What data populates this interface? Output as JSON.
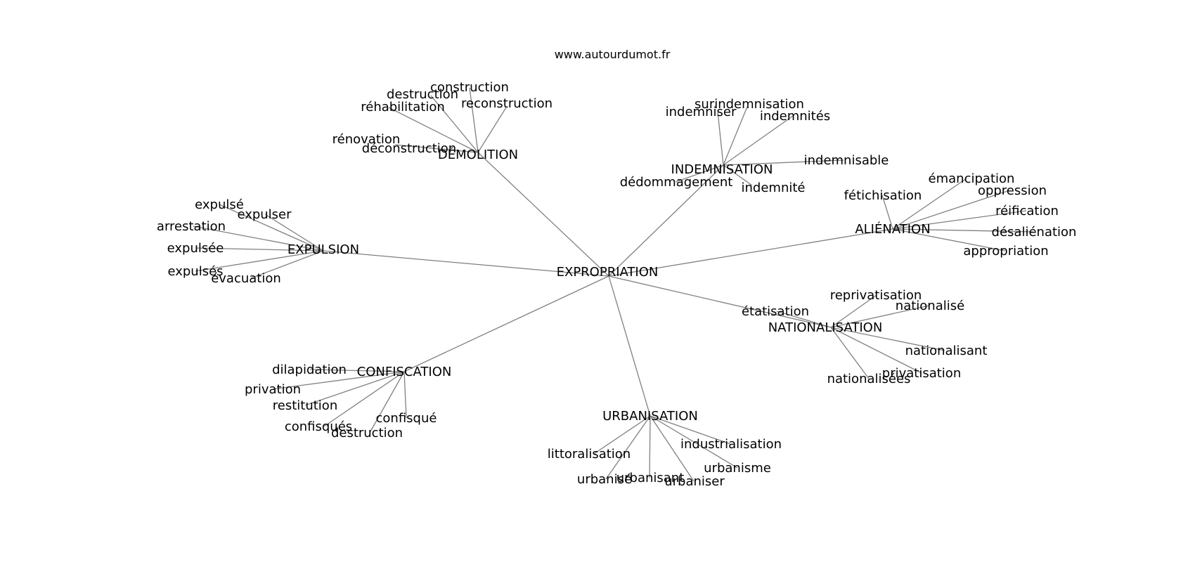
{
  "site_label": "www.autourdumot.fr",
  "edge_color": "#808080",
  "graph": {
    "root": "EXPROPRIATION",
    "clusters": [
      {
        "hub": "DÉMOLITION",
        "leaves": [
          "construction",
          "destruction",
          "reconstruction",
          "réhabilitation",
          "rénovation",
          "déconstruction"
        ]
      },
      {
        "hub": "INDEMNISATION",
        "leaves": [
          "surindemnisation",
          "indemniser",
          "indemnités",
          "indemnisable",
          "dédommagement",
          "indemnité"
        ]
      },
      {
        "hub": "ALIÉNATION",
        "leaves": [
          "émancipation",
          "oppression",
          "fétichisation",
          "réification",
          "désaliénation",
          "appropriation"
        ]
      },
      {
        "hub": "EXPULSION",
        "leaves": [
          "expulsé",
          "expulser",
          "arrestation",
          "expulsée",
          "expulsés",
          "évacuation"
        ]
      },
      {
        "hub": "NATIONALISATION",
        "leaves": [
          "reprivatisation",
          "nationalisé",
          "étatisation",
          "nationalisant",
          "privatisation",
          "nationalisées"
        ]
      },
      {
        "hub": "CONFISCATION",
        "leaves": [
          "dilapidation",
          "privation",
          "restitution",
          "confisqué",
          "confisqués",
          "destruction"
        ]
      },
      {
        "hub": "URBANISATION",
        "leaves": [
          "industrialisation",
          "littoralisation",
          "urbanisme",
          "urbanisé",
          "urbanisant",
          "urbaniser"
        ]
      }
    ]
  }
}
